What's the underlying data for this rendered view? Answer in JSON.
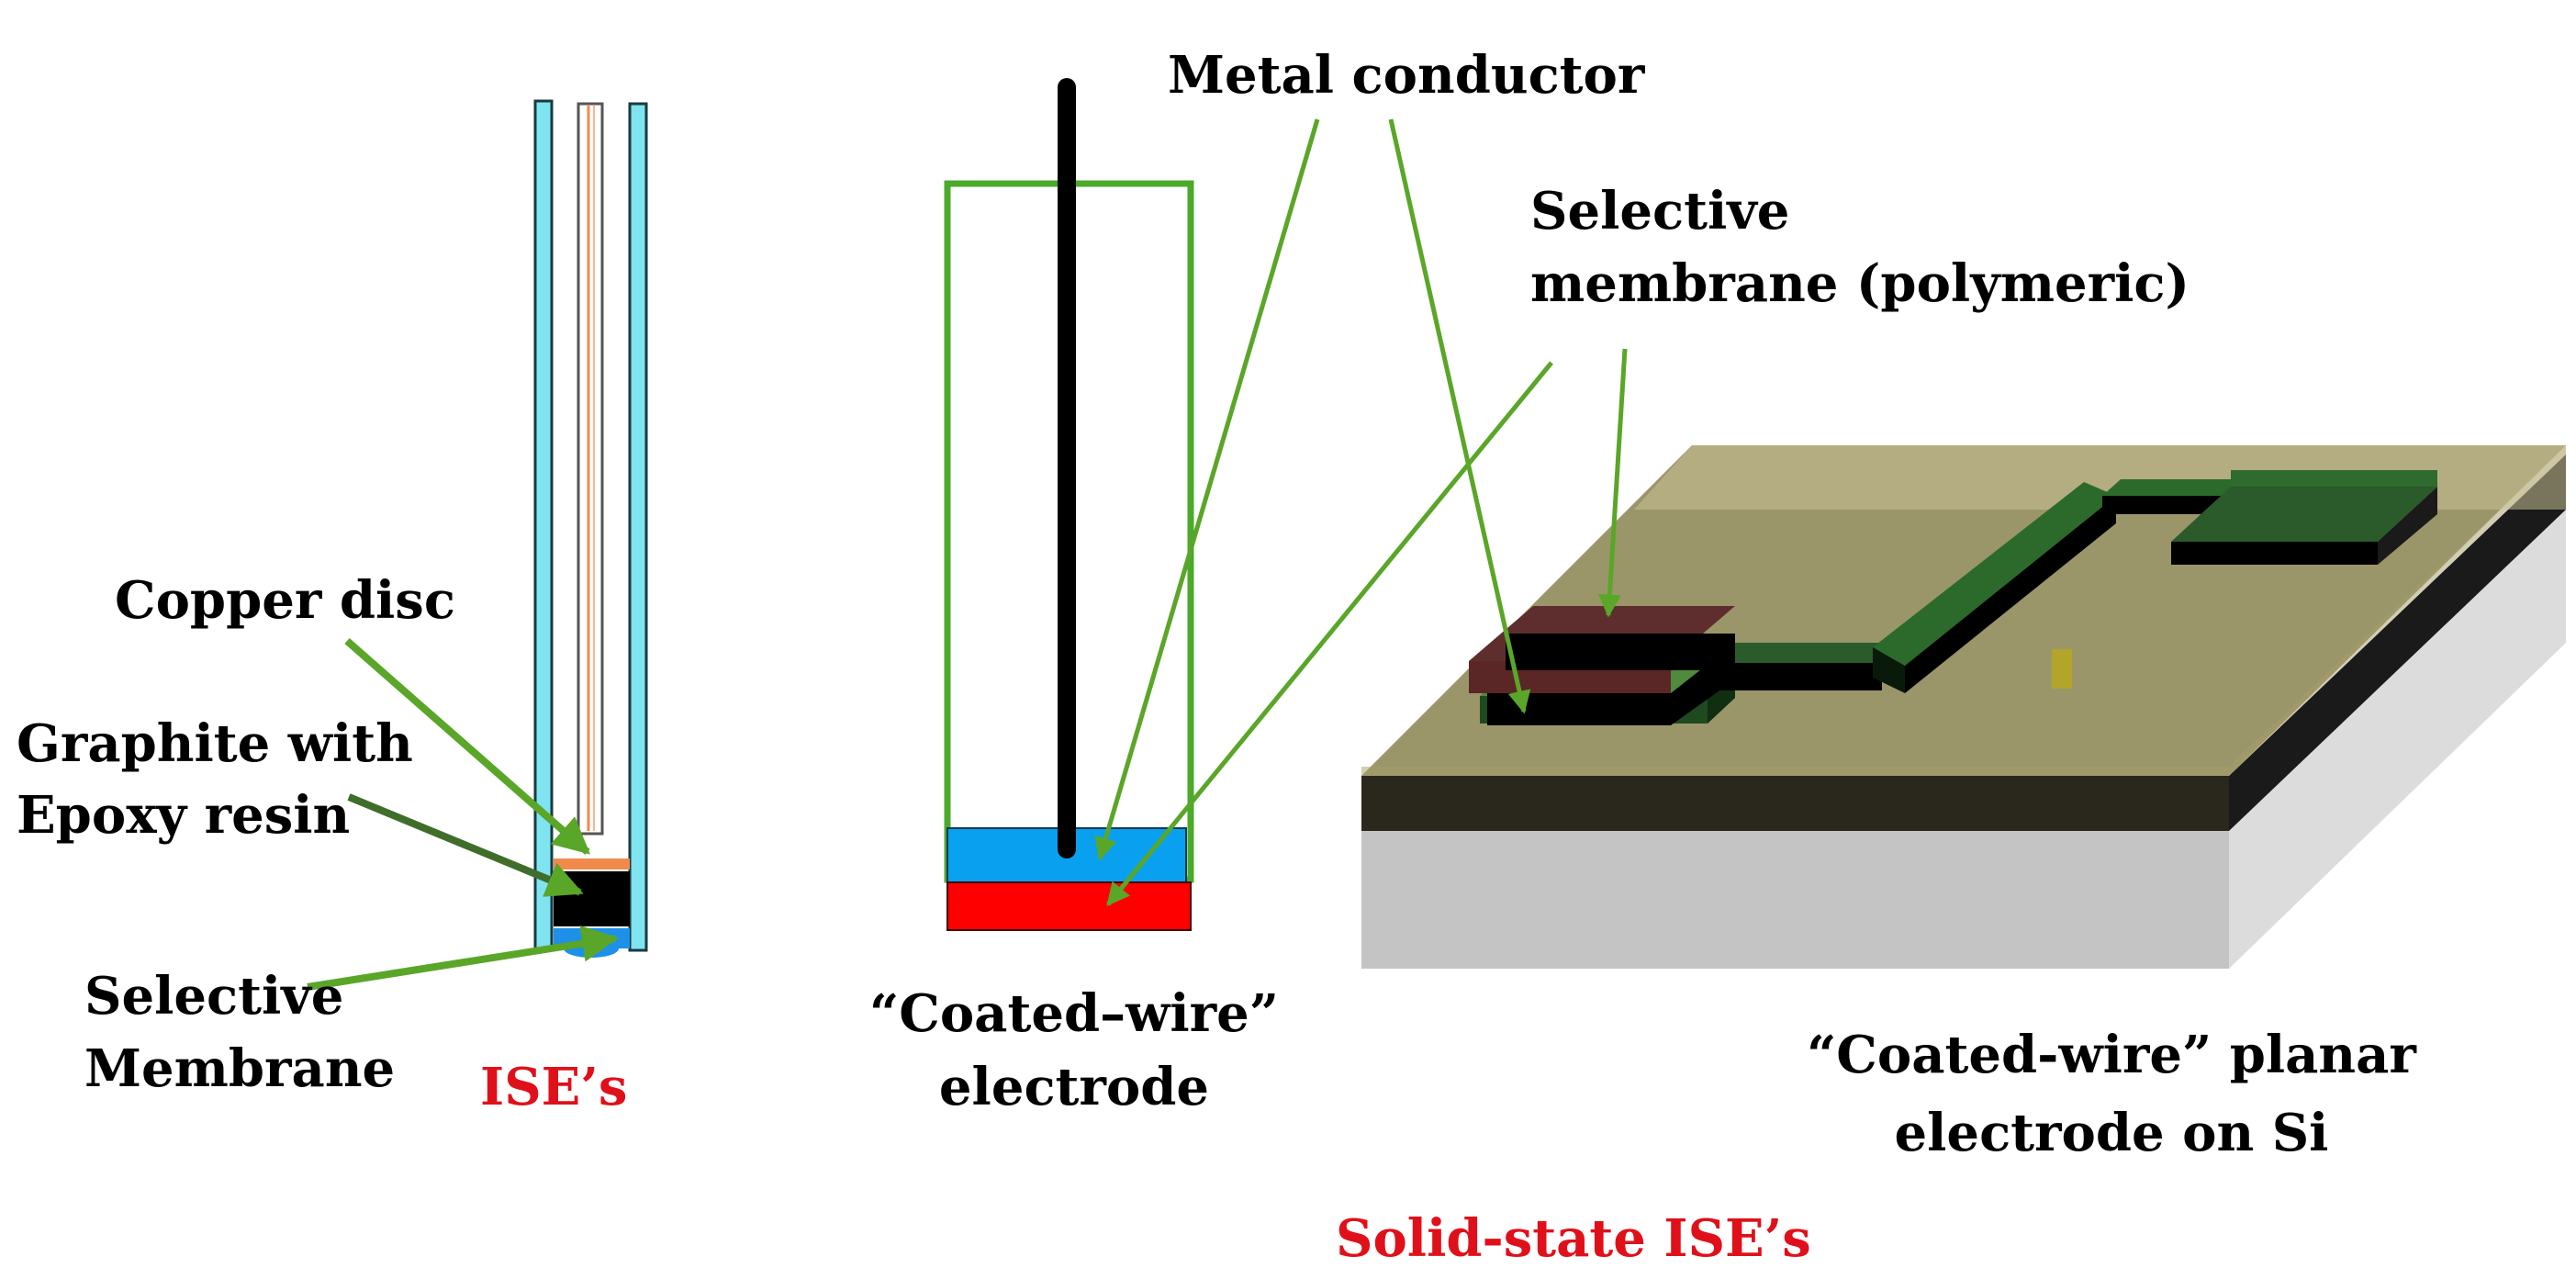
{
  "labels": {
    "metal_conductor": "Metal conductor",
    "selective_membrane_polymeric_1": "Selective",
    "selective_membrane_polymeric_2": "membrane (polymeric)",
    "copper_disc": "Copper disc",
    "graphite_1": "Graphite with",
    "graphite_2": "Epoxy resin",
    "selective_membrane_1": "Selective",
    "selective_membrane_2": "Membrane",
    "ises": "ISE’s",
    "coated_wire_1": "“Coated–wire”",
    "coated_wire_2": "electrode",
    "planar_1": "“Coated-wire” planar",
    "planar_2": "electrode on Si",
    "solid_state": "Solid-state ISE’s"
  },
  "colors": {
    "tube": "#7fe3f0",
    "arrow": "#5aa628",
    "copper": "#f08a4b",
    "graphite": "#000000",
    "membrane_blue": "#1e90e8",
    "electrode_blue": "#0aa0f0",
    "electrode_red": "#ff0000",
    "container_green": "#4caa2a",
    "substrate_top": "#b8b08a",
    "substrate_side": "#d8d8d8",
    "substrate_front": "#c4c4c4",
    "conductor_green": "#2b5a2b",
    "membrane_brown": "#5e2e2e",
    "small_pad": "#b3a42a",
    "caption_red": "#e0101a"
  }
}
